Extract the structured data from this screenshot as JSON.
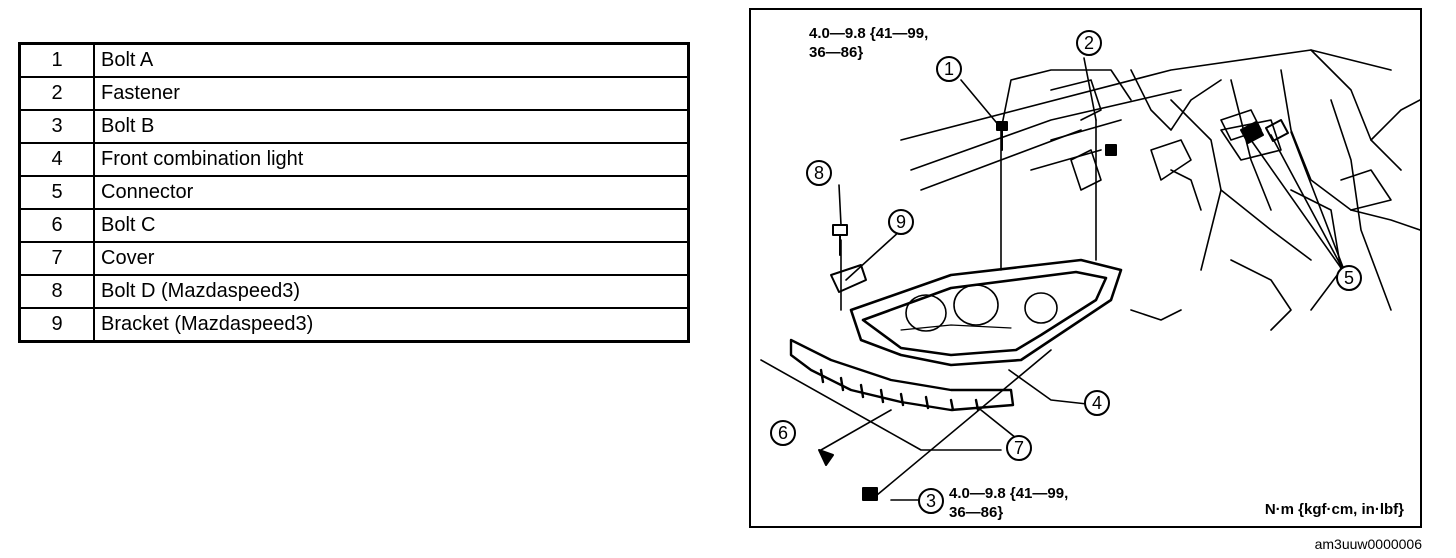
{
  "legend": [
    {
      "num": "1",
      "label": "Bolt A"
    },
    {
      "num": "2",
      "label": "Fastener"
    },
    {
      "num": "3",
      "label": "Bolt B"
    },
    {
      "num": "4",
      "label": "Front combination light"
    },
    {
      "num": "5",
      "label": "Connector"
    },
    {
      "num": "6",
      "label": "Bolt C"
    },
    {
      "num": "7",
      "label": "Cover"
    },
    {
      "num": "8",
      "label": "Bolt D (Mazdaspeed3)"
    },
    {
      "num": "9",
      "label": "Bracket (Mazdaspeed3)"
    }
  ],
  "figure": {
    "torque_top_line1": "4.0—9.8 {41—99,",
    "torque_top_line2": "36—86}",
    "torque_bottom_line1": "4.0—9.8 {41—99,",
    "torque_bottom_line2": "36—86}",
    "units": "N·m {kgf·cm, in·lbf}",
    "callouts": [
      "1",
      "2",
      "3",
      "4",
      "5",
      "6",
      "7",
      "8",
      "9"
    ]
  },
  "figure_id": "am3uuw0000006"
}
